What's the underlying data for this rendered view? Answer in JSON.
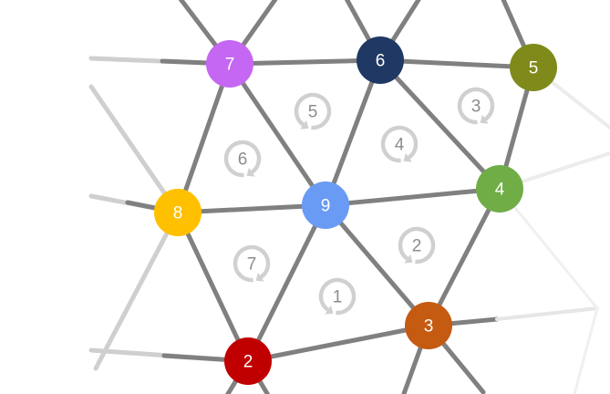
{
  "diagram": {
    "nodes": [
      {
        "id": "7",
        "label": "7",
        "color": "#c567f2"
      },
      {
        "id": "6",
        "label": "6",
        "color": "#1f3864"
      },
      {
        "id": "5",
        "label": "5",
        "color": "#7f8a1a"
      },
      {
        "id": "8",
        "label": "8",
        "color": "#ffc000"
      },
      {
        "id": "9",
        "label": "9",
        "color": "#6a9bf4"
      },
      {
        "id": "4",
        "label": "4",
        "color": "#70ad47"
      },
      {
        "id": "2",
        "label": "2",
        "color": "#c00000"
      },
      {
        "id": "3",
        "label": "3",
        "color": "#c55a11"
      }
    ],
    "edges": [
      [
        "7",
        "6"
      ],
      [
        "6",
        "5"
      ],
      [
        "7",
        "8"
      ],
      [
        "7",
        "9"
      ],
      [
        "6",
        "9"
      ],
      [
        "6",
        "4"
      ],
      [
        "5",
        "4"
      ],
      [
        "8",
        "9"
      ],
      [
        "9",
        "4"
      ],
      [
        "8",
        "2"
      ],
      [
        "9",
        "2"
      ],
      [
        "9",
        "3"
      ],
      [
        "4",
        "3"
      ],
      [
        "2",
        "3"
      ]
    ],
    "cycles": [
      {
        "label": "1",
        "direction": "counterclockwise"
      },
      {
        "label": "2",
        "direction": "counterclockwise"
      },
      {
        "label": "3",
        "direction": "clockwise"
      },
      {
        "label": "4",
        "direction": "clockwise"
      },
      {
        "label": "5",
        "direction": "counterclockwise"
      },
      {
        "label": "6",
        "direction": "clockwise"
      },
      {
        "label": "7",
        "direction": "clockwise"
      }
    ],
    "colors": {
      "edge": "#808080",
      "faded_edge": "#cfcfcf",
      "cycle_icon": "#d0d0d0",
      "cycle_text": "#8c8c8c"
    }
  }
}
